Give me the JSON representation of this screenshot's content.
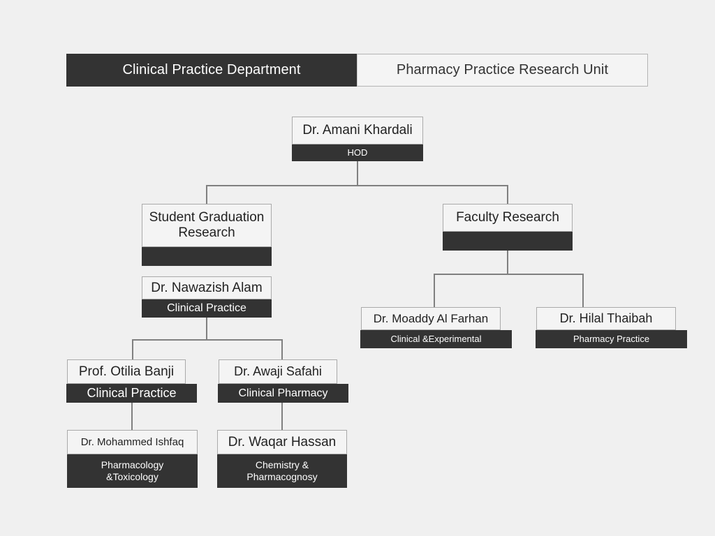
{
  "tabs": [
    {
      "label": "Clinical Practice Department",
      "active": true
    },
    {
      "label": "Pharmacy Practice Research Unit",
      "active": false
    }
  ],
  "colors": {
    "background": "#f0f0f0",
    "node_fill": "#f4f4f4",
    "node_border": "#aaaaaa",
    "subtitle_bar": "#333333",
    "subtitle_text": "#ffffff",
    "connector": "#808080",
    "tab_active_bg": "#333333",
    "tab_inactive_bg": "#f4f4f4"
  },
  "chart_title": "Clinical Practice Department",
  "org_chart": {
    "root": {
      "id": "amani",
      "name": "Dr. Amani Khardali",
      "role": "HOD"
    },
    "nodes": [
      {
        "id": "amani",
        "name": "Dr. Amani Khardali",
        "role": "HOD",
        "parent": null
      },
      {
        "id": "sgr",
        "name": "Student Graduation Research",
        "name_line1": "Student Graduation",
        "name_line2": "Research",
        "role": "",
        "parent": "amani"
      },
      {
        "id": "fr",
        "name": "Faculty Research",
        "role": "",
        "parent": "amani"
      },
      {
        "id": "nawazish",
        "name": "Dr. Nawazish Alam",
        "role": "Clinical Practice",
        "parent": "sgr"
      },
      {
        "id": "moaddy",
        "name": "Dr. Moaddy Al Farhan",
        "role": "Clinical &Experimental",
        "parent": "fr"
      },
      {
        "id": "hilal",
        "name": "Dr. Hilal Thaibah",
        "role": "Pharmacy Practice",
        "parent": "fr"
      },
      {
        "id": "otilia",
        "name": "Prof. Otilia Banji",
        "role": "Clinical Practice",
        "parent": "nawazish"
      },
      {
        "id": "awaji",
        "name": "Dr. Awaji Safahi",
        "role": "Clinical Pharmacy",
        "parent": "nawazish"
      },
      {
        "id": "ishfaq",
        "name": "Dr. Mohammed Ishfaq",
        "role": "Pharmacology &Toxicology",
        "role_line1": "Pharmacology",
        "role_line2": "&Toxicology",
        "parent": "otilia"
      },
      {
        "id": "waqar",
        "name": "Dr. Waqar Hassan",
        "role": "Chemistry & Pharmacognosy",
        "role_line1": "Chemistry &",
        "role_line2": "Pharmacognosy",
        "parent": "awaji"
      }
    ]
  }
}
